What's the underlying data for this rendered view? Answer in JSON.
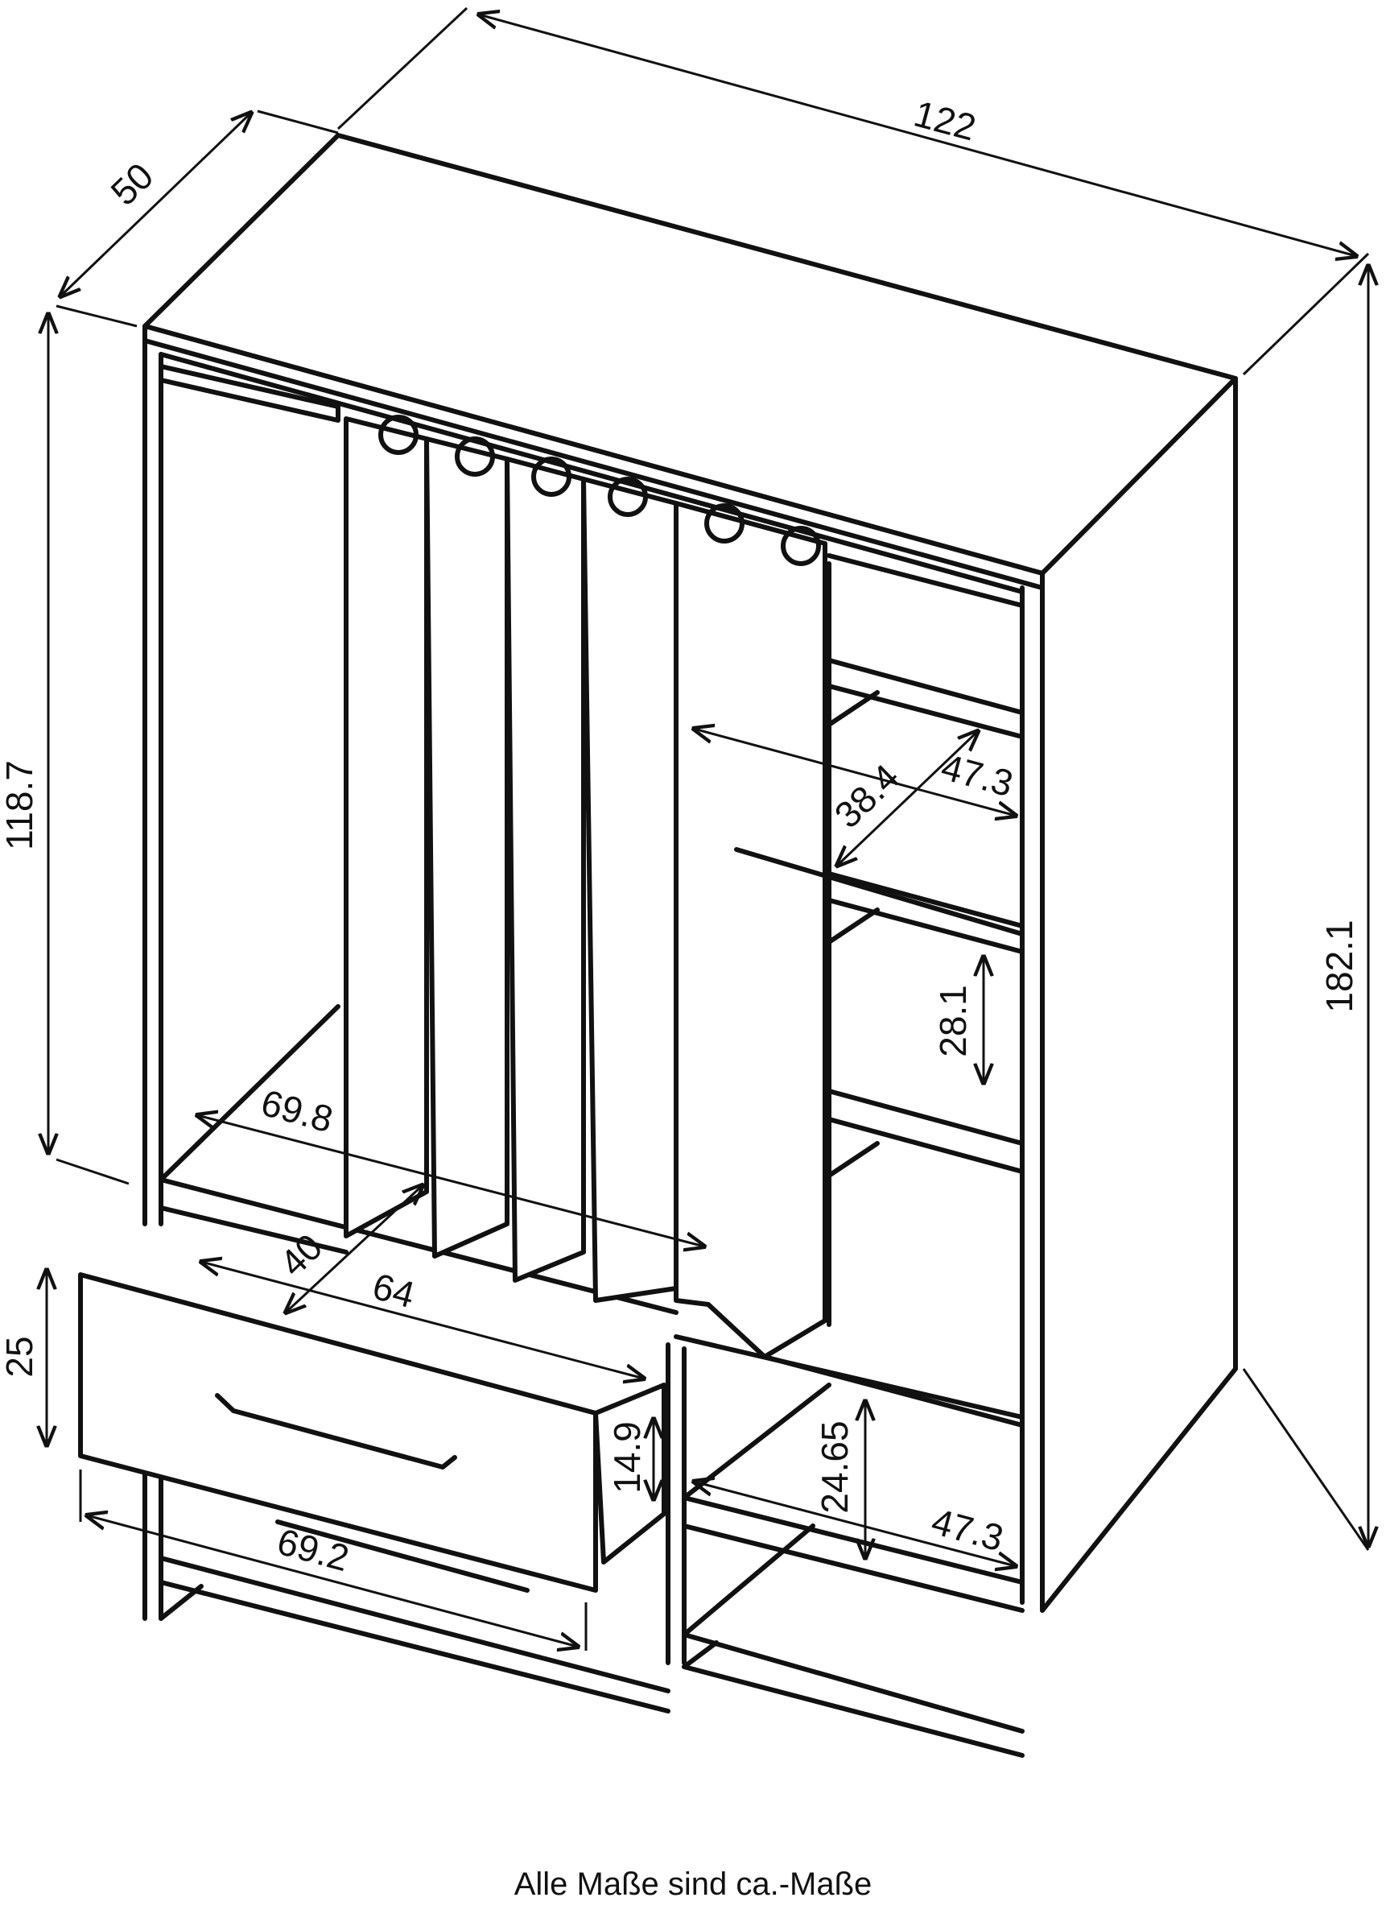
{
  "caption": "Alle Maße sind ca.-Maße",
  "dimensions": {
    "width": "122",
    "depth": "50",
    "height_total": "182.1",
    "hanging_height": "118.7",
    "rail_width": "69.8",
    "inner_depth": "40",
    "drawer_inner_width": "64",
    "drawer_front_height": "25",
    "drawer_inner_height": "14.9",
    "drawer_width": "69.2",
    "shelf_width_top": "47.3",
    "shelf_depth": "38.4",
    "shelf_spacing": "28.1",
    "lower_shelf_height": "24.65",
    "shelf_width_bottom": "47.3"
  }
}
